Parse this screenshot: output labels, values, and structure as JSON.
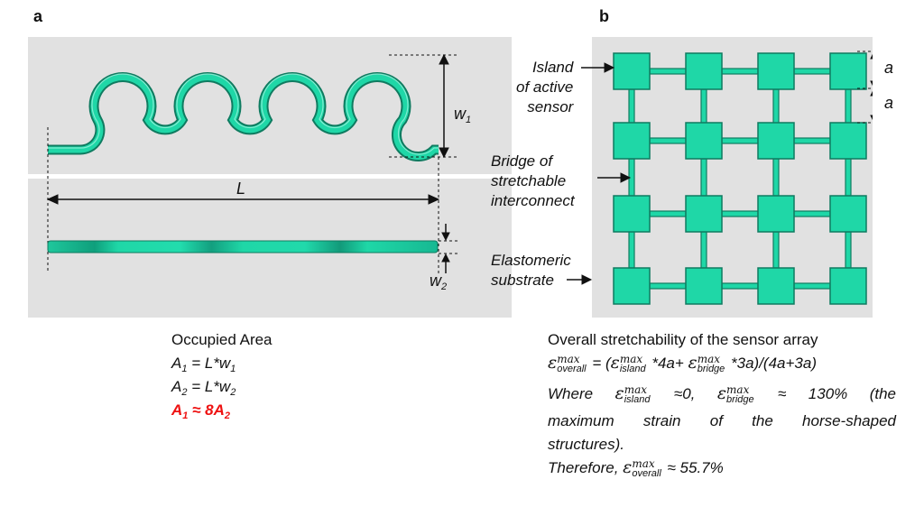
{
  "panel_a": {
    "tag": "a",
    "dim_w1": "w",
    "dim_w1_sub": "1",
    "dim_L": "L",
    "dim_w2": "w",
    "dim_w2_sub": "2",
    "occupied_area_title": "Occupied Area",
    "eq1_lhs": "A",
    "eq1_lhs_sub": "1",
    "eq1_rhs": " = L*w",
    "eq1_rhs_sub": "1",
    "eq2_lhs": "A",
    "eq2_lhs_sub": "2",
    "eq2_rhs": " = L*w",
    "eq2_rhs_sub": "2",
    "eq3_lhs": "A",
    "eq3_lhs_sub": "1",
    "eq3_mid": " ≈ 8A",
    "eq3_mid_sub": "2"
  },
  "panel_b": {
    "tag": "b",
    "label_island_1": "Island",
    "label_island_2": "of active",
    "label_island_3": "sensor",
    "label_bridge_1": "Bridge of",
    "label_bridge_2": "stretchable",
    "label_bridge_3": "interconnect",
    "label_substrate_1": "Elastomeric",
    "label_substrate_2": "substrate",
    "dim_a1": "a",
    "dim_a2": "a",
    "stretch_title": "Overall stretchability of the sensor array",
    "eps": "ε",
    "sup_max": "max",
    "sub_overall": "overall",
    "sub_island": "island",
    "sub_bridge": "bridge",
    "eq_part1": " = (",
    "eq_part2": " *4a+ ",
    "eq_part3": " *3a)/(4a+3a)",
    "where_word": "Where",
    "where_val1": " ≈0,",
    "where_val2": " ≈ 130% (the",
    "where_line2": "maximum strain of the horse-shaped",
    "where_line3": "structures).",
    "therefore_word": "Therefore, ",
    "therefore_val": " ≈ 55.7%"
  },
  "colors": {
    "structure": "#1fd7a7",
    "structure_dark": "#0f7b60",
    "panel_bg": "#e1e1e1",
    "highlight": "#ee1111"
  }
}
